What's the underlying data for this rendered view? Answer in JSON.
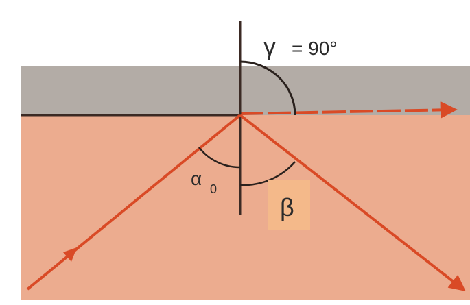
{
  "labels": {
    "gamma_symbol": "γ",
    "gamma_value": "= 90°",
    "alpha_symbol": "α",
    "alpha_subscript": "0",
    "beta_symbol": "β"
  },
  "colors": {
    "page": "#ffffff",
    "upper_medium": "#b3aca6",
    "lower_medium": "#ecac8f",
    "ray": "#d94a26",
    "interface_line": "#3b2a24",
    "normal_line": "#3b2a24",
    "arc": "#2a211d",
    "beta_box": "#f4b98a",
    "text": "#2b2b2b"
  }
}
